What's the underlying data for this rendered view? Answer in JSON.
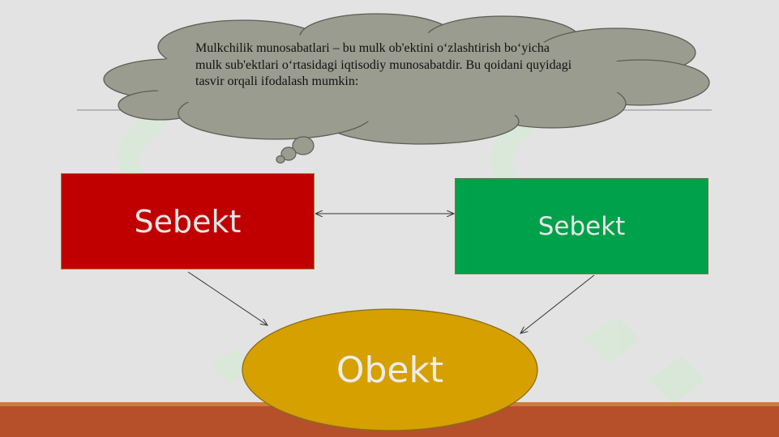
{
  "cloud": {
    "text": "Mulkchilik munosabatlari – bu mulk ob'ektini o‘zlashtirish bo‘yicha mulk sub'ektlari o‘rtasidagi iqtisodiy munosabatdir. Bu qoidani quyidagi tasvir orqali ifodalash mumkin:"
  },
  "diagram": {
    "left_box": "Sebekt",
    "right_box": "Sebekt",
    "object": "Obekt"
  },
  "colors": {
    "background": "#e3e3e3",
    "cloud_fill": "#9a9c8f",
    "left_box": "#c00000",
    "right_box": "#00a14b",
    "object_fill": "#d6a000",
    "ground": "#b5502a",
    "ground_top": "#d07a3c"
  }
}
